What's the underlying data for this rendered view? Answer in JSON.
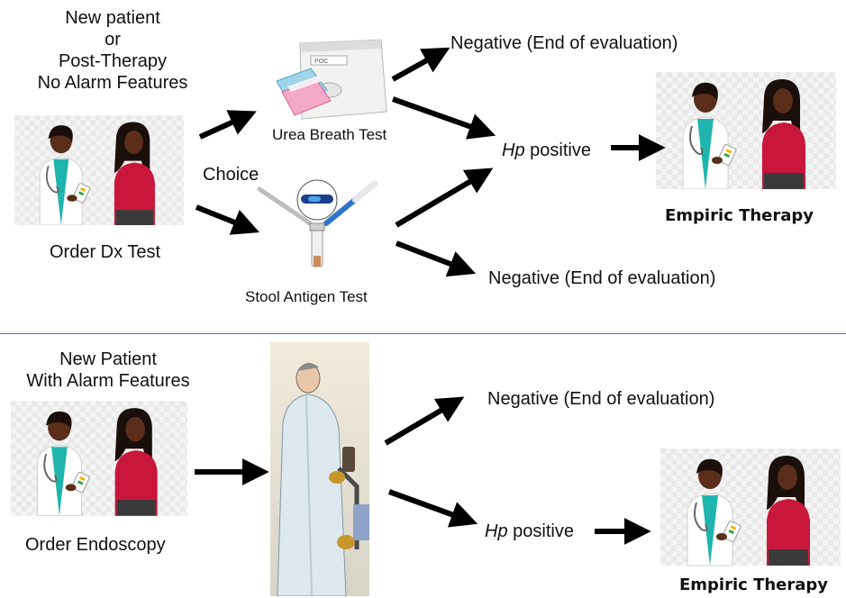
{
  "top": {
    "patient_label_lines": [
      "New patient",
      "or",
      "Post-Therapy",
      "No Alarm Features"
    ],
    "order_label": "Order Dx Test",
    "choice_label": "Choice",
    "test1_label": "Urea Breath Test",
    "test2_label": "Stool Antigen Test",
    "negative1": "Negative (End of evaluation)",
    "negative2": "Negative  (End of evaluation)",
    "hp_italic": "Hp",
    "hp_rest": " positive",
    "therapy_label": "Empiric Therapy",
    "device_text": "POC"
  },
  "bottom": {
    "patient_label_lines": [
      "New Patient",
      "With Alarm  Features"
    ],
    "order_label": "Order Endoscopy",
    "negative": "Negative (End of evaluation)",
    "hp_italic": "Hp",
    "hp_rest": " positive",
    "therapy_label": "Empiric Therapy"
  },
  "colors": {
    "doctor_coat": "#1fb5ac",
    "patient_shirt": "#c8173b",
    "skin": "#5a2e1a",
    "arrow": "#000000",
    "divider": "#3b6bd6"
  }
}
